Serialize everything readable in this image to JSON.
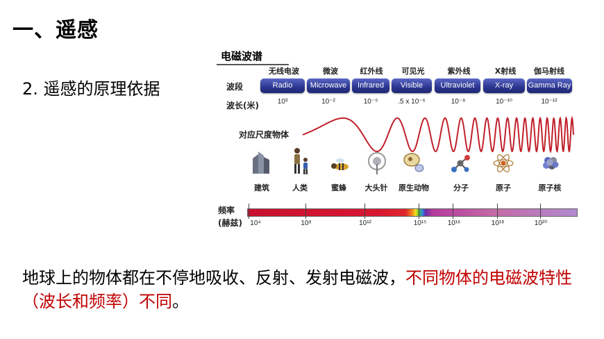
{
  "slide": {
    "title": "一、遥感",
    "subtitle": "2. 遥感的原理依据"
  },
  "spectrum": {
    "title": "电磁波谱",
    "row_labels": {
      "band": "波段",
      "wavelength": "波长(米)",
      "scale_object": "对应尺度物体",
      "frequency_line1": "频率",
      "frequency_line2": "(赫兹)"
    },
    "bands": [
      {
        "cn": "无线电波",
        "en": "Radio",
        "wavelength": "10³"
      },
      {
        "cn": "微波",
        "en": "Microwave",
        "wavelength": "10⁻²"
      },
      {
        "cn": "红外线",
        "en": "Infrared",
        "wavelength": "10⁻⁵"
      },
      {
        "cn": "可见光",
        "en": "Visible",
        "wavelength": ".5 x 10⁻⁶"
      },
      {
        "cn": "紫外线",
        "en": "Ultraviolet",
        "wavelength": "10⁻⁸"
      },
      {
        "cn": "X射线",
        "en": "X-ray",
        "wavelength": "10⁻¹⁰"
      },
      {
        "cn": "伽马射线",
        "en": "Gamma Ray",
        "wavelength": "10⁻¹²"
      }
    ],
    "objects": [
      {
        "label": "建筑",
        "icon": "building-icon"
      },
      {
        "label": "人类",
        "icon": "people-icon"
      },
      {
        "label": "蜜蜂",
        "icon": "bee-icon"
      },
      {
        "label": "大头针",
        "icon": "pin-icon"
      },
      {
        "label": "原生动物",
        "icon": "protozoa-icon"
      },
      {
        "label": "分子",
        "icon": "molecule-icon"
      },
      {
        "label": "原子",
        "icon": "atom-icon"
      },
      {
        "label": "原子核",
        "icon": "nucleus-icon"
      }
    ],
    "frequencies": [
      "10⁴",
      "10⁸",
      "10¹²",
      "10¹⁵",
      "10¹⁶",
      "10¹⁸",
      "10²⁰"
    ]
  },
  "paragraph": {
    "black": "地球上的物体都在不停地吸收、反射、发射电磁波，",
    "red": "不同物体的电磁波特性（波长和频率）不同",
    "end": "。"
  },
  "colors": {
    "pill": "#2b3590",
    "wave": "#c0202a",
    "emphasis": "#c00000"
  }
}
